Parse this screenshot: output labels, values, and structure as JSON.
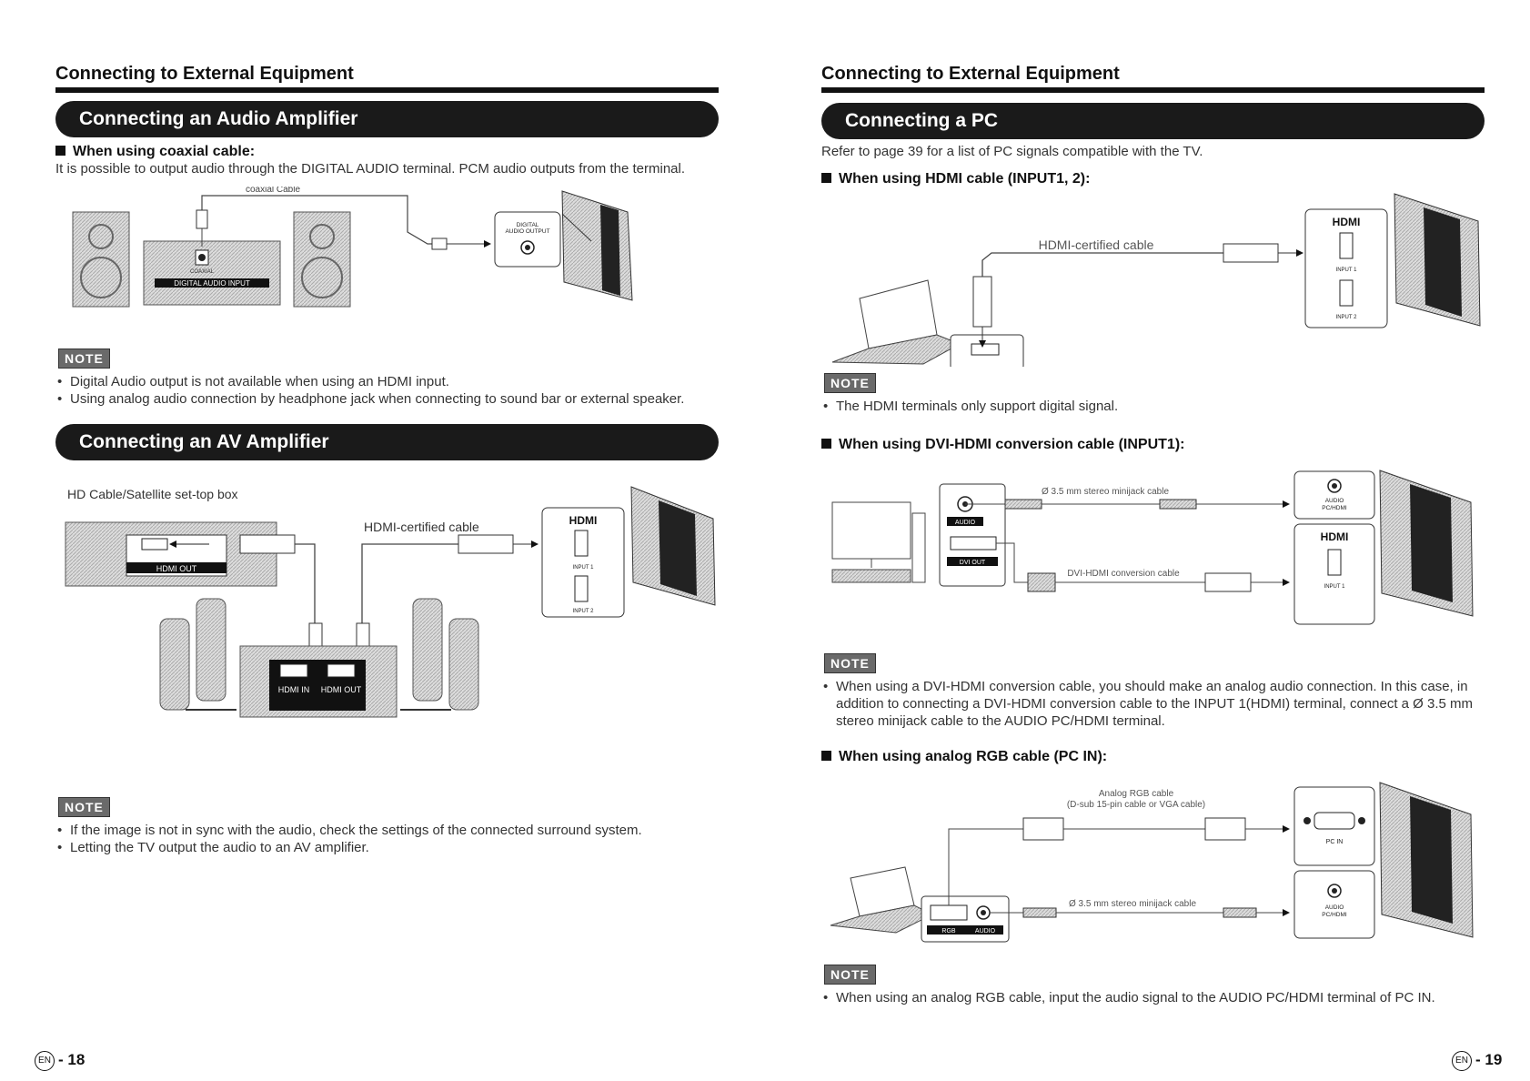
{
  "left": {
    "page_title": "Connecting to External Equipment",
    "audio_amp": {
      "banner": "Connecting an Audio Amplifier",
      "subheading": "When using coaxial cable:",
      "intro": "It is possible to output audio through the DIGITAL AUDIO terminal. PCM audio outputs from the terminal.",
      "diagram": {
        "cable_label": "coaxial Cable",
        "port_label": "DIGITAL AUDIO INPUT",
        "port_small": "COAXIAL",
        "tv_port_line1": "DIGITAL",
        "tv_port_line2": "AUDIO OUTPUT"
      },
      "note_label": "NOTE",
      "notes": [
        "Digital Audio output is not available when using an HDMI input.",
        "Using analog audio connection by headphone jack when connecting to sound bar or external speaker."
      ]
    },
    "av_amp": {
      "banner": "Connecting an AV Amplifier",
      "diagram": {
        "stb_label": "HD Cable/Satellite set-top box",
        "stb_port": "HDMI OUT",
        "cable_label": "HDMI-certified cable",
        "hdmi_logo": "HDMI",
        "input1": "INPUT 1",
        "input2": "INPUT 2",
        "amp_in": "HDMI IN",
        "amp_out": "HDMI OUT"
      },
      "note_label": "NOTE",
      "notes": [
        "If the image is not in sync with the audio, check the settings of the connected surround system.",
        "Letting the TV output the audio to an AV amplifier."
      ]
    },
    "footer_en": "EN",
    "footer_page": "- 18"
  },
  "right": {
    "page_title": "Connecting to External Equipment",
    "pc": {
      "banner": "Connecting a PC",
      "intro": "Refer to page 39 for a list of PC signals compatible with the TV.",
      "hdmi_section": {
        "subheading": "When using HDMI cable (INPUT1, 2):",
        "cable_label": "HDMI-certified cable",
        "hdmi_logo": "HDMI",
        "input1": "INPUT 1",
        "input2": "INPUT 2",
        "note_label": "NOTE",
        "notes": [
          "The HDMI terminals only support digital signal."
        ]
      },
      "dvi_section": {
        "subheading": "When using DVI-HDMI conversion cable (INPUT1):",
        "audio_cable": "Ø 3.5 mm stereo minijack cable",
        "dvi_cable": "DVI-HDMI conversion cable",
        "pc_audio": "AUDIO",
        "pc_dvi": "DVI OUT",
        "tv_audio_line1": "AUDIO",
        "tv_audio_line2": "PC/HDMI",
        "hdmi_logo": "HDMI",
        "input1": "INPUT 1",
        "note_label": "NOTE",
        "notes": [
          "When using a DVI-HDMI conversion cable, you should make an analog audio connection. In this case, in addition to connecting a DVI-HDMI conversion cable to the INPUT 1(HDMI) terminal, connect a Ø 3.5 mm stereo minijack cable to the AUDIO PC/HDMI terminal."
        ]
      },
      "rgb_section": {
        "subheading": "When using analog RGB cable (PC IN):",
        "rgb_cable_line1": "Analog RGB cable",
        "rgb_cable_line2": "(D-sub 15-pin cable or VGA cable)",
        "audio_cable": "Ø 3.5 mm stereo minijack cable",
        "pc_rgb": "RGB",
        "pc_audio": "AUDIO",
        "tv_pcin": "PC IN",
        "tv_audio_line1": "AUDIO",
        "tv_audio_line2": "PC/HDMI",
        "note_label": "NOTE",
        "notes": [
          "When using an analog RGB cable, input the audio signal to the AUDIO PC/HDMI terminal of PC IN."
        ]
      }
    },
    "footer_en": "EN",
    "footer_page": "- 19"
  }
}
